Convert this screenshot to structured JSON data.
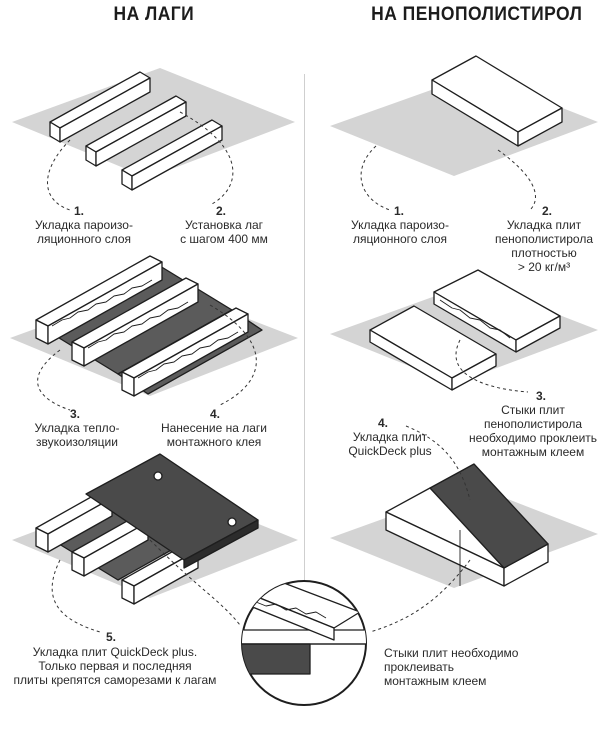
{
  "headings": {
    "left": "НА ЛАГИ",
    "right": "НА ПЕНОПОЛИСТИРОЛ"
  },
  "left_steps": [
    {
      "number": "1.",
      "text": "Укладка пароизо-\nляционного слоя"
    },
    {
      "number": "2.",
      "text": "Установка лаг\nс шагом 400 мм"
    },
    {
      "number": "3.",
      "text": "Укладка тепло-\nзвукоизоляции"
    },
    {
      "number": "4.",
      "text": "Нанесение на лаги\nмонтажного клея"
    },
    {
      "number": "5.",
      "text": "Укладка плит QuickDeck plus.\nТолько первая и последняя\nплиты крепятся саморезами к лагам"
    }
  ],
  "right_steps": [
    {
      "number": "1.",
      "text": "Укладка пароизо-\nляционного слоя"
    },
    {
      "number": "2.",
      "text": "Укладка плит\nпенополистирола\nплотностью\n> 20 кг/м³"
    },
    {
      "number": "3.",
      "text": "Стыки плит\nпенополистирола\nнеобходимо проклеить\nмонтажным клеем"
    },
    {
      "number": "4.",
      "text": "Укладка плит\nQuickDeck plus"
    }
  ],
  "detail_note": "Стыки плит необходимо\nпроклеивать\nмонтажным клеем",
  "colors": {
    "membrane": "#d4d4d4",
    "insulation": "#5b5b5b",
    "board": "#ffffff",
    "outline": "#1e1e1e"
  }
}
